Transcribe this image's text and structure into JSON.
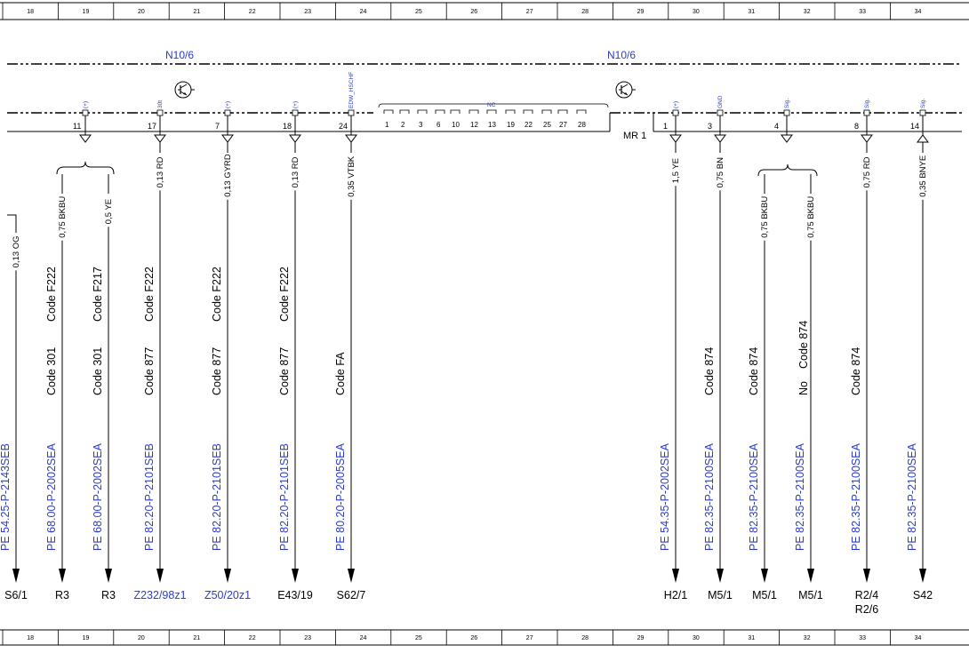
{
  "grid": [
    "18",
    "19",
    "20",
    "21",
    "22",
    "23",
    "24",
    "25",
    "26",
    "27",
    "28",
    "29",
    "30",
    "31",
    "32",
    "33",
    "34"
  ],
  "modules": [
    {
      "label": "N10/6",
      "key": "left"
    },
    {
      "label": "N10/6",
      "key": "right"
    }
  ],
  "mr_label": "MR 1",
  "nc_label": "NC",
  "nc_pins": [
    "1",
    "2",
    "3",
    "6",
    "10",
    "12",
    "13",
    "19",
    "22",
    "25",
    "27",
    "28"
  ],
  "pins": [
    {
      "pin": "11",
      "sig": "(+)",
      "key": "p11"
    },
    {
      "pin": "17",
      "sig": "30t",
      "key": "p17"
    },
    {
      "pin": "7",
      "sig": "(+)",
      "key": "p7"
    },
    {
      "pin": "18",
      "sig": "(+)",
      "key": "p18"
    },
    {
      "pin": "24",
      "sig": "EDW_HSCHF",
      "key": "p24"
    },
    {
      "pin": "1",
      "sig": "(+)",
      "key": "p1"
    },
    {
      "pin": "3",
      "sig": "GND",
      "key": "p3"
    },
    {
      "pin": "4",
      "sig": "Sig.",
      "key": "p4"
    },
    {
      "pin": "8",
      "sig": "Sig.",
      "key": "p8"
    },
    {
      "pin": "14",
      "sig": "Sig.",
      "key": "p14"
    }
  ],
  "wires": [
    {
      "key": "w0",
      "gauge": "0,13 OG",
      "code1": "",
      "code2": "",
      "pe": "PE 54.25-P-2143SEB",
      "dest": "S6/1",
      "dest2": ""
    },
    {
      "key": "w1",
      "gauge": "0,75 BKBU",
      "code1": "Code F222",
      "code2": "Code 301",
      "pe": "PE 68.00-P-2002SEA",
      "dest": "R3",
      "dest2": ""
    },
    {
      "key": "w2",
      "gauge": "0,5 YE",
      "code1": "Code F217",
      "code2": "Code 301",
      "pe": "PE 68.00-P-2002SEA",
      "dest": "R3",
      "dest2": ""
    },
    {
      "key": "w3",
      "gauge": "0,13 RD",
      "code1": "Code F222",
      "code2": "Code 877",
      "pe": "PE 82.20-P-2101SEB",
      "dest": "Z232/98z1",
      "dest2": ""
    },
    {
      "key": "w4",
      "gauge": "0,13 GYRD",
      "code1": "Code F222",
      "code2": "Code 877",
      "pe": "PE 82.20-P-2101SEB",
      "dest": "Z50/20z1",
      "dest2": ""
    },
    {
      "key": "w5",
      "gauge": "0,13 RD",
      "code1": "Code F222",
      "code2": "Code 877",
      "pe": "PE 82.20-P-2101SEB",
      "dest": "E43/19",
      "dest2": ""
    },
    {
      "key": "w6",
      "gauge": "0,35 VTBK",
      "code1": "",
      "code2": "Code FA",
      "pe": "PE 80.20-P-2005SEA",
      "dest": "S62/7",
      "dest2": ""
    },
    {
      "key": "w7",
      "gauge": "1,5 YE",
      "code1": "",
      "code2": "",
      "pe": "PE 54.35-P-2002SEA",
      "dest": "H2/1",
      "dest2": ""
    },
    {
      "key": "w8",
      "gauge": "0,75 BN",
      "code1": "",
      "code2": "Code 874",
      "pe": "PE 82.35-P-2100SEA",
      "dest": "M5/1",
      "dest2": ""
    },
    {
      "key": "w9",
      "gauge": "0,75 BKBU",
      "code1": "",
      "code2": "Code 874",
      "pe": "PE 82.35-P-2100SEA",
      "dest": "M5/1",
      "dest2": ""
    },
    {
      "key": "w10",
      "gauge": "0,75 BKBU",
      "code1": "No",
      "code2": "Code 874",
      "pe": "PE 82.35-P-2100SEA",
      "dest": "M5/1",
      "dest2": ""
    },
    {
      "key": "w11",
      "gauge": "0,75 RD",
      "code1": "",
      "code2": "Code 874",
      "pe": "PE 82.35-P-2100SEA",
      "dest": "R2/4",
      "dest2": "R2/6"
    },
    {
      "key": "w12",
      "gauge": "0,35 BNYE",
      "code1": "",
      "code2": "",
      "pe": "PE 82.35-P-2100SEA",
      "dest": "S42",
      "dest2": ""
    }
  ],
  "colors": {
    "line": "#000000",
    "blue": "#2a3ccf",
    "grid": "#000000"
  },
  "icons": [
    "transistor-icon",
    "transistor-icon"
  ]
}
